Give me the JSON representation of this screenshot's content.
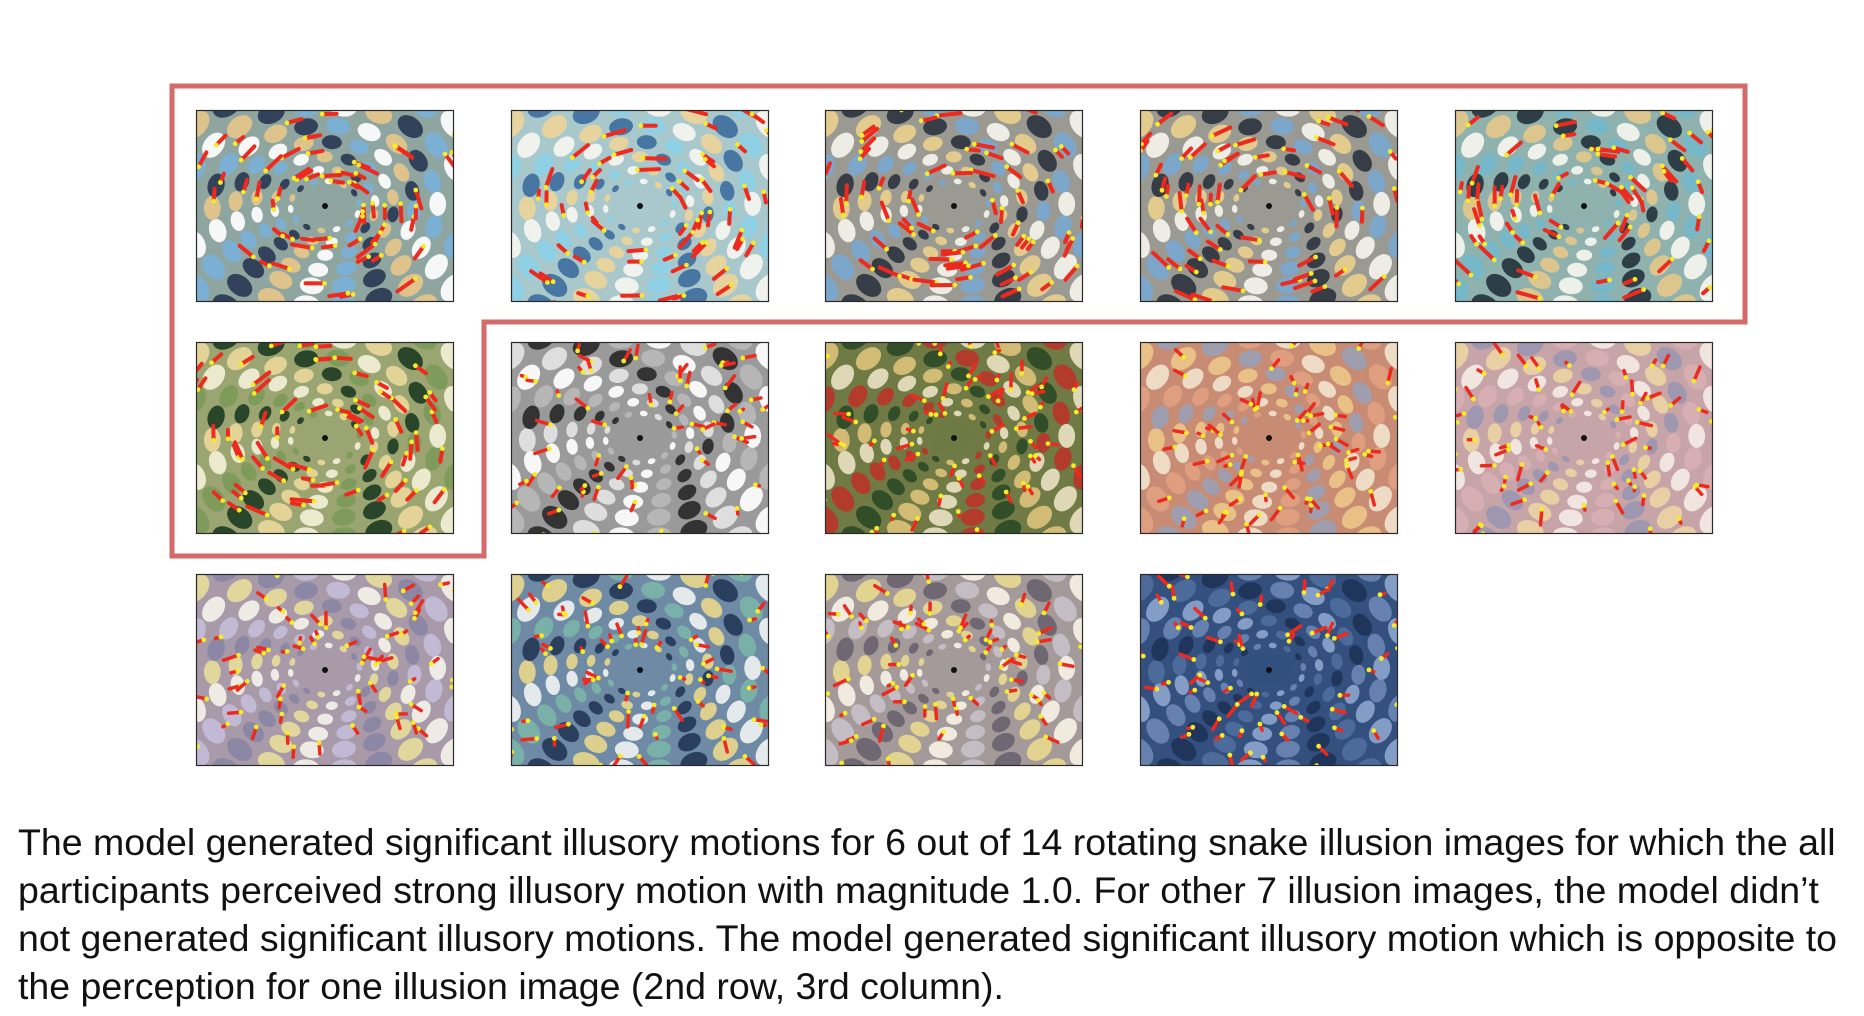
{
  "figure": {
    "highlight_color": "#d46a6a",
    "motion_vector_color": "#ee2a1e",
    "motion_marker_color": "#f5ec2a",
    "panels": [
      {
        "row": 1,
        "col": 1,
        "theme": "blue-yellow-gray",
        "swirl": true,
        "highlighted": true
      },
      {
        "row": 1,
        "col": 2,
        "theme": "light-blue-yellow",
        "swirl": true,
        "highlighted": true
      },
      {
        "row": 1,
        "col": 3,
        "theme": "gray-yellow-blue",
        "swirl": true,
        "highlighted": true
      },
      {
        "row": 1,
        "col": 4,
        "theme": "gray-yellow-blue",
        "swirl": true,
        "highlighted": true
      },
      {
        "row": 1,
        "col": 5,
        "theme": "teal-yellow-gray",
        "swirl": true,
        "highlighted": true
      },
      {
        "row": 2,
        "col": 1,
        "theme": "green-yellow-olive",
        "swirl": true,
        "highlighted": true
      },
      {
        "row": 2,
        "col": 2,
        "theme": "grayscale",
        "swirl": false,
        "highlighted": false
      },
      {
        "row": 2,
        "col": 3,
        "theme": "red-green-olive",
        "swirl": false,
        "highlighted": false
      },
      {
        "row": 2,
        "col": 4,
        "theme": "orange-salmon",
        "swirl": false,
        "highlighted": false
      },
      {
        "row": 2,
        "col": 5,
        "theme": "pink-mauve",
        "swirl": false,
        "highlighted": false
      },
      {
        "row": 3,
        "col": 1,
        "theme": "mauve-lavender",
        "swirl": false,
        "highlighted": false
      },
      {
        "row": 3,
        "col": 2,
        "theme": "blue-teal-yellow",
        "swirl": false,
        "highlighted": false
      },
      {
        "row": 3,
        "col": 3,
        "theme": "mauve-yellow",
        "swirl": false,
        "highlighted": false
      },
      {
        "row": 3,
        "col": 4,
        "theme": "dark-blue",
        "swirl": false,
        "highlighted": false
      }
    ]
  },
  "caption": {
    "text": "The model generated significant illusory motions for 6 out of 14 rotating snake illusion images for which the all participants perceived strong illusory motion with magnitude 1.0. For other 7 illusion images, the model didn’t not generated significant illusory motions. The model generated significant illusory motion which is opposite to the perception for one illusion image (2nd row, 3rd column)."
  }
}
